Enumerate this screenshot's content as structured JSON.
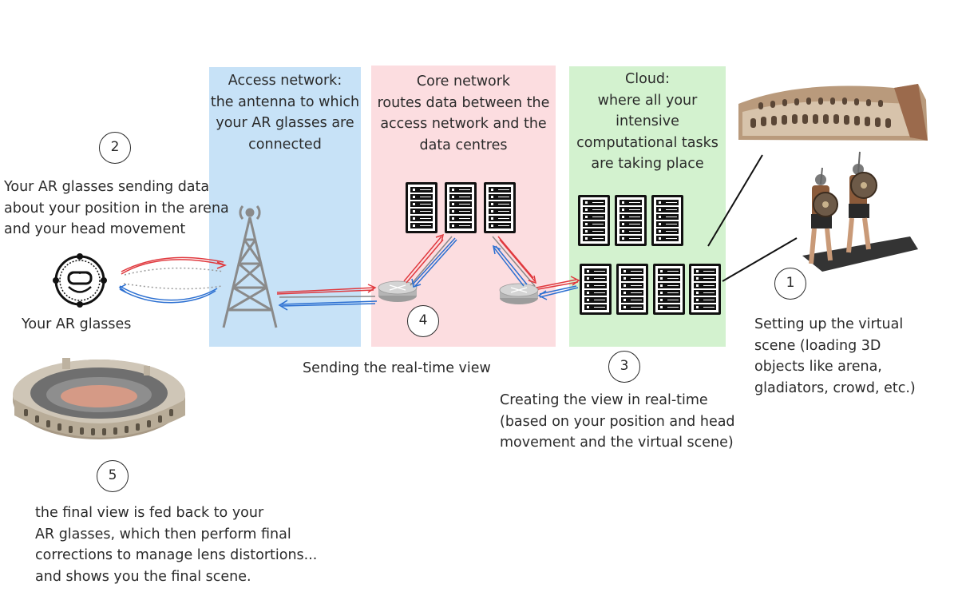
{
  "zones": {
    "access": {
      "lines": [
        "Access network:",
        "the antenna to which",
        "your AR glasses are",
        "connected"
      ],
      "color": "#c7e2f7"
    },
    "core": {
      "lines": [
        "Core network",
        "routes data between the",
        "access network and the",
        "data centres"
      ],
      "color": "#fcdde0"
    },
    "cloud": {
      "lines": [
        "Cloud:",
        "where all your",
        "intensive",
        "computational tasks",
        "are taking place"
      ],
      "color": "#d3f2cf"
    }
  },
  "steps": {
    "s1": {
      "num": "1",
      "lines": [
        "Setting up the virtual",
        "scene (loading 3D",
        "objects like arena,",
        "gladiators, crowd, etc.)"
      ]
    },
    "s2": {
      "num": "2",
      "lines": [
        "Your AR glasses sending data",
        "about your position in the arena",
        "and your head movement"
      ]
    },
    "s3": {
      "num": "3",
      "lines": [
        "Creating the view in real-time",
        "(based on your position and head",
        "movement and the virtual scene)"
      ]
    },
    "s4": {
      "num": "4",
      "label": "Sending the real-time view"
    },
    "s5": {
      "num": "5",
      "lines": [
        "the final view is fed back to your",
        "AR glasses, which then perform final",
        "corrections to manage lens distortions...",
        "and shows you the final scene."
      ]
    }
  },
  "glasses_label": "Your AR glasses",
  "icons": [
    "ar-glasses-icon",
    "antenna-tower-icon",
    "router-icon",
    "server-rack-icon",
    "colosseum-image",
    "arena-image",
    "gladiators-image"
  ],
  "colors": {
    "uplink": "#e0393e",
    "downlink": "#2b6fd1",
    "neutral": "#888888"
  }
}
